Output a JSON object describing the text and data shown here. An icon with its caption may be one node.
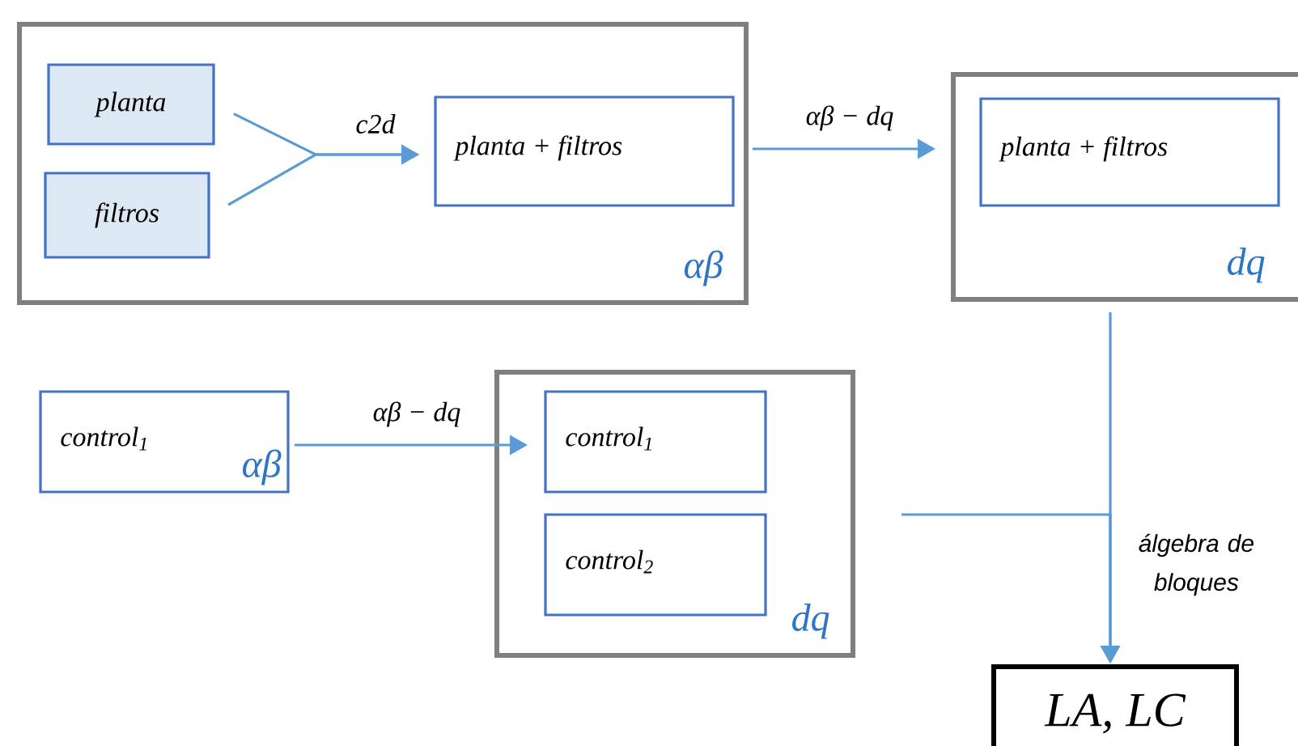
{
  "diagram": {
    "nodes": [
      {
        "text": [
          "αβ"
        ]
      },
      {
        "text": [
          "planta"
        ],
        "in": 0
      },
      {
        "text": [
          "filtros"
        ],
        "in": 0
      },
      {
        "text": [
          "planta + filtros"
        ],
        "in": 0
      },
      {
        "text": [
          "dq"
        ]
      },
      {
        "text": [
          "planta + filtros"
        ],
        "in": 4
      },
      {
        "text": [
          "control$_{1}$",
          "αβ"
        ]
      },
      {
        "text": [
          "dq"
        ]
      },
      {
        "text": [
          "control$_{1}$"
        ],
        "in": 7
      },
      {
        "text": [
          "control$_{2}$"
        ],
        "in": 7
      },
      {
        "text": [
          "LA, LC"
        ]
      }
    ],
    "edges": [
      {
        "from": 1,
        "to": 3,
        "arrow": "to",
        "label": "c2d"
      },
      {
        "from": 2,
        "to": 3,
        "arrow": "to"
      },
      {
        "from": 0,
        "to": 4,
        "arrow": "to",
        "label": "αβ − dq"
      },
      {
        "from": 6,
        "to": 8,
        "arrow": "to",
        "label": "αβ − dq"
      },
      {
        "from": 4,
        "to": 10,
        "arrow": "to",
        "label": "álgebra de bloques"
      },
      {
        "from": 7,
        "to": 10,
        "arrow": "to"
      }
    ]
  }
}
